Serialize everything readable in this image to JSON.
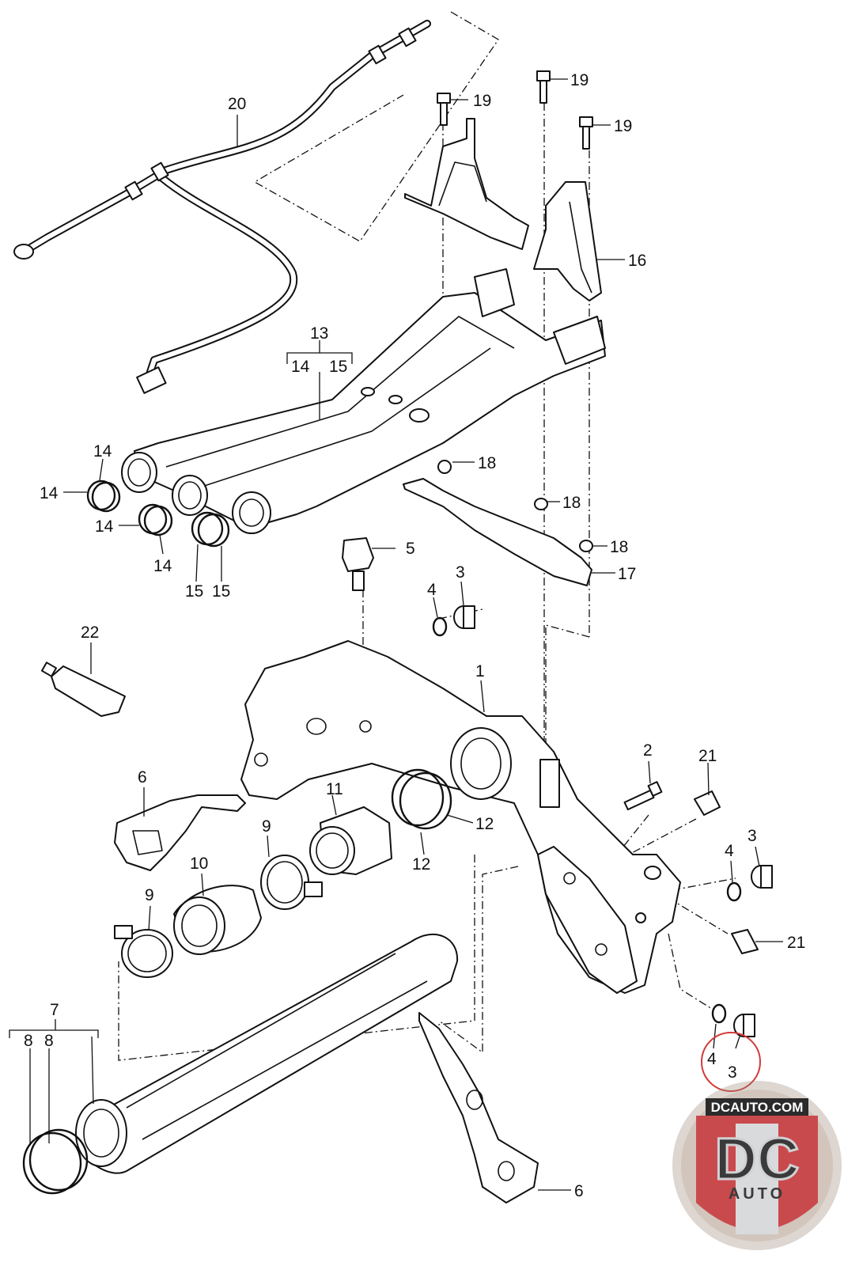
{
  "callouts": {
    "c1": "1",
    "c2": "2",
    "c3a": "3",
    "c3b": "3",
    "c3c": "3",
    "c4a": "4",
    "c4b": "4",
    "c4c": "4",
    "c5": "5",
    "c6a": "6",
    "c6b": "6",
    "c7": "7",
    "c8a": "8",
    "c8b": "8",
    "c9a": "9",
    "c9b": "9",
    "c10": "10",
    "c11": "11",
    "c12a": "12",
    "c12b": "12",
    "c13": "13",
    "c13_14": "14",
    "c13_15": "15",
    "c14a": "14",
    "c14b": "14",
    "c14c": "14",
    "c14d": "14",
    "c15a": "15",
    "c15b": "15",
    "c16": "16",
    "c17": "17",
    "c18a": "18",
    "c18b": "18",
    "c18c": "18",
    "c19a": "19",
    "c19b": "19",
    "c19c": "19",
    "c20": "20",
    "c21a": "21",
    "c21b": "21",
    "c22": "22"
  },
  "watermark": {
    "site": "DCAUTO.COM",
    "letters": "DC",
    "word": "AUTO",
    "colors": {
      "red": "#c8343a",
      "dark": "#2b2b2b",
      "silver": "#b9bcc0"
    }
  },
  "highlight_color": "#d23a3a"
}
